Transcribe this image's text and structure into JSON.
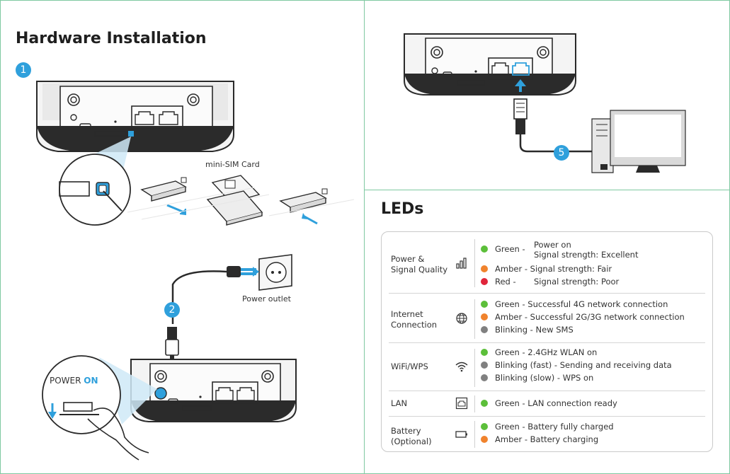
{
  "left_panel": {
    "title": "Hardware Installation",
    "step1_badge": "1",
    "sim_label": "mini-SIM Card",
    "step2_badge": "2",
    "outlet_label": "Power outlet",
    "power_text_a": "POWER",
    "power_text_b": "ON"
  },
  "right_panel": {
    "step5_badge": "5",
    "leds_title": "LEDs"
  },
  "colors": {
    "green": "#5cbf3a",
    "amber": "#f0832d",
    "red": "#e0253b",
    "gray": "#808080",
    "accent_blue": "#2fa0dc",
    "frame_green": "#7fc9a1"
  },
  "led_rows": [
    {
      "name_lines": [
        "Power &",
        "Signal Quality"
      ],
      "icon": "signal-bars-icon",
      "items": [
        {
          "color": "green",
          "state": "Green -",
          "desc_lines": [
            "Power on",
            "Signal strength: Excellent"
          ]
        },
        {
          "color": "amber",
          "state": "Amber -",
          "desc_lines": [
            "Signal strength: Fair"
          ]
        },
        {
          "color": "red",
          "state": "Red -",
          "desc_lines": [
            "Signal strength: Poor"
          ]
        }
      ]
    },
    {
      "name_lines": [
        "Internet",
        "Connection"
      ],
      "icon": "globe-icon",
      "items": [
        {
          "color": "green",
          "state": "Green -",
          "desc_lines": [
            "Successful 4G network connection"
          ]
        },
        {
          "color": "amber",
          "state": "Amber -",
          "desc_lines": [
            "Successful 2G/3G network connection"
          ]
        },
        {
          "color": "gray",
          "state": "Blinking -",
          "desc_lines": [
            "New SMS"
          ]
        }
      ]
    },
    {
      "name_lines": [
        "WiFi/WPS"
      ],
      "icon": "wifi-icon",
      "items": [
        {
          "color": "green",
          "state": "Green -",
          "desc_lines": [
            "2.4GHz WLAN on"
          ]
        },
        {
          "color": "gray",
          "state": "Blinking (fast) -",
          "desc_lines": [
            "Sending and receiving data"
          ]
        },
        {
          "color": "gray",
          "state": "Blinking (slow) -",
          "desc_lines": [
            "WPS on"
          ]
        }
      ]
    },
    {
      "name_lines": [
        "LAN"
      ],
      "icon": "lan-port-icon",
      "items": [
        {
          "color": "green",
          "state": "Green -",
          "desc_lines": [
            "LAN connection ready"
          ]
        }
      ]
    },
    {
      "name_lines": [
        "Battery",
        "(Optional)"
      ],
      "icon": "battery-icon",
      "items": [
        {
          "color": "green",
          "state": "Green -",
          "desc_lines": [
            "Battery fully charged"
          ]
        },
        {
          "color": "amber",
          "state": "Amber -",
          "desc_lines": [
            "Battery charging"
          ]
        }
      ]
    }
  ]
}
